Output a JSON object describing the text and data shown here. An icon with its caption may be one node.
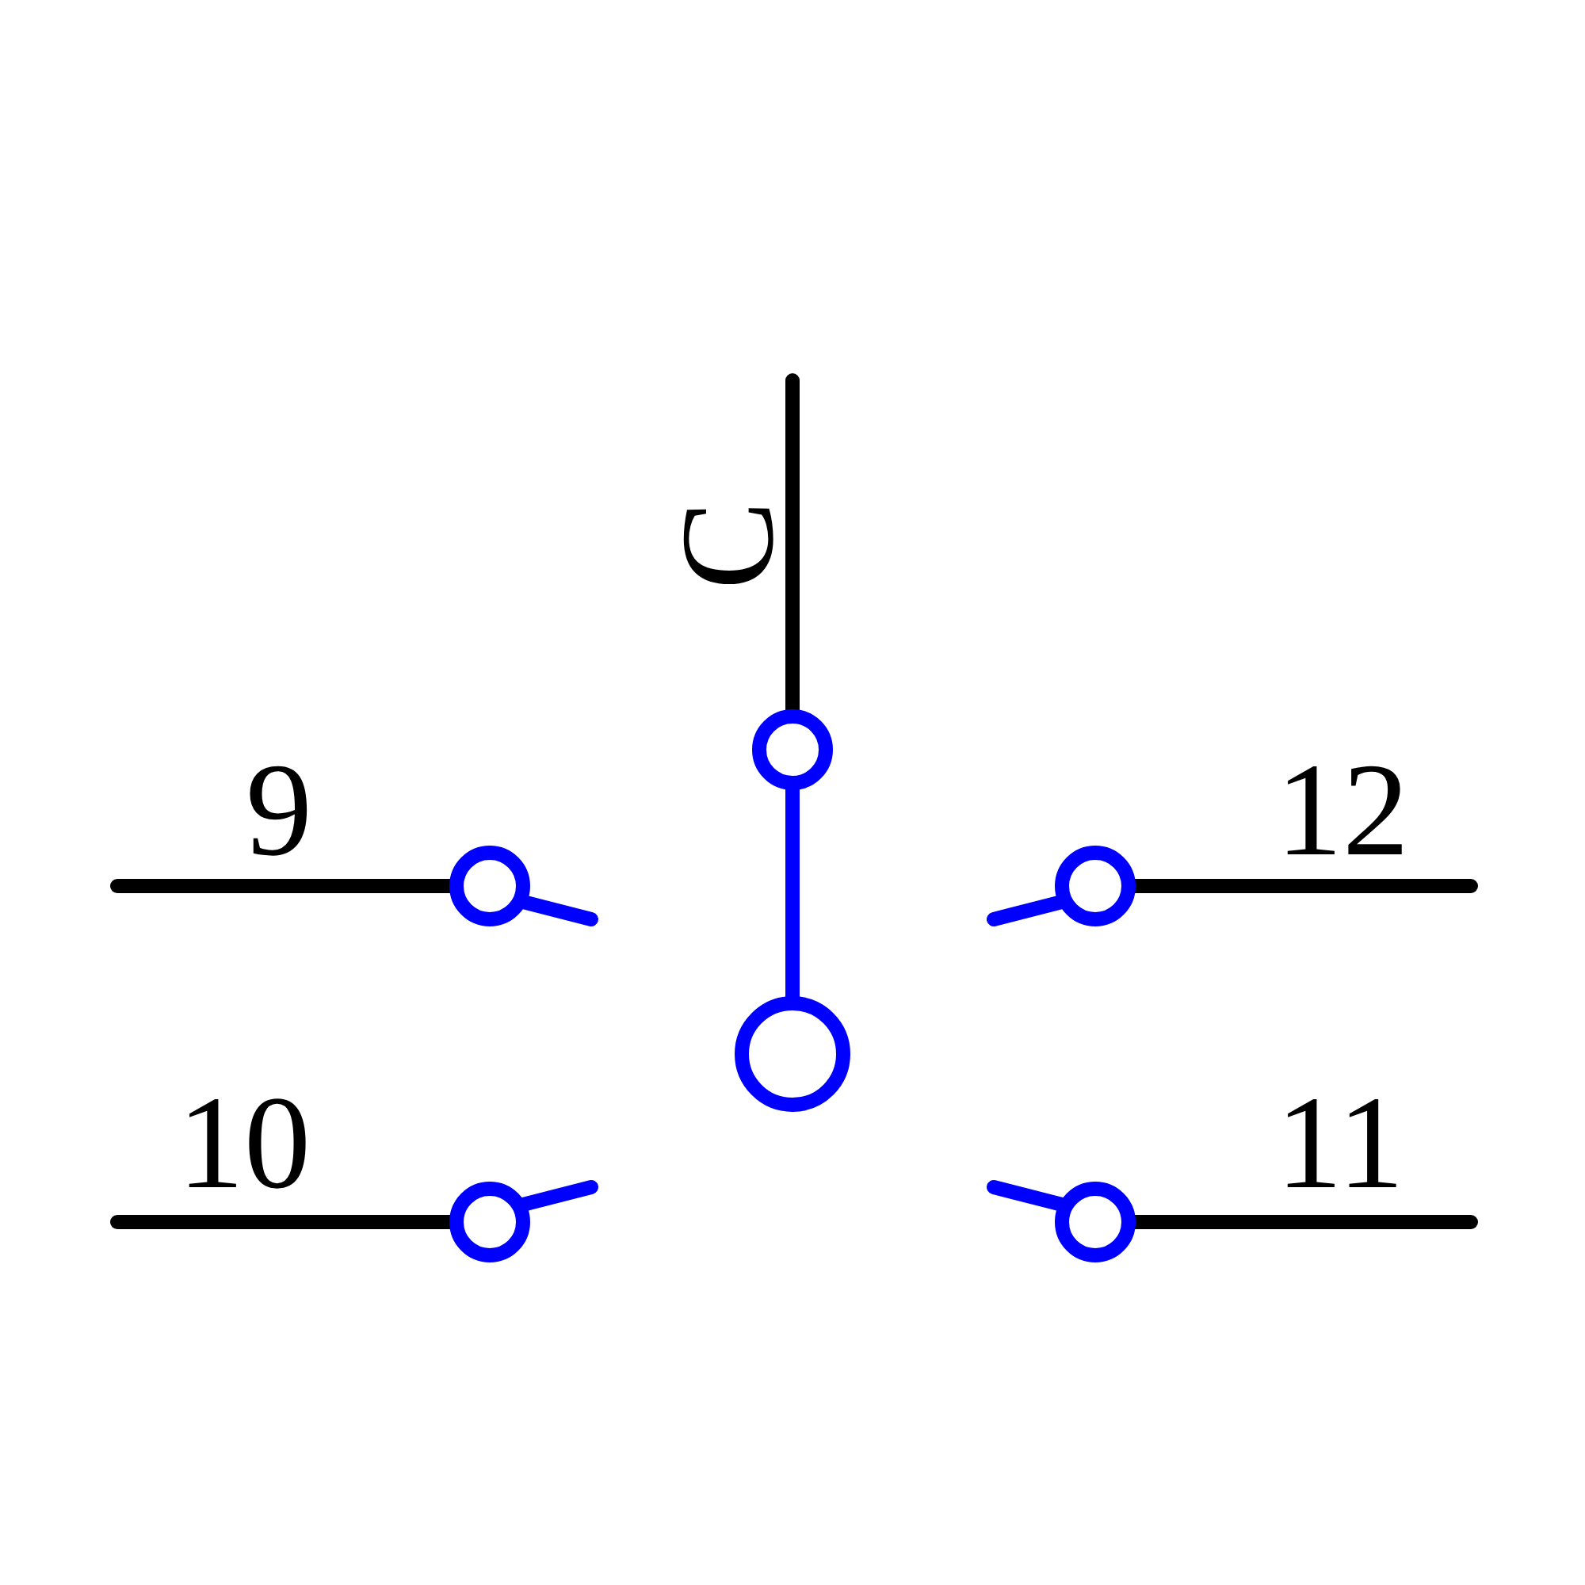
{
  "diagram": {
    "labels": [
      "C",
      "9",
      "12",
      "10",
      "11"
    ]
  }
}
